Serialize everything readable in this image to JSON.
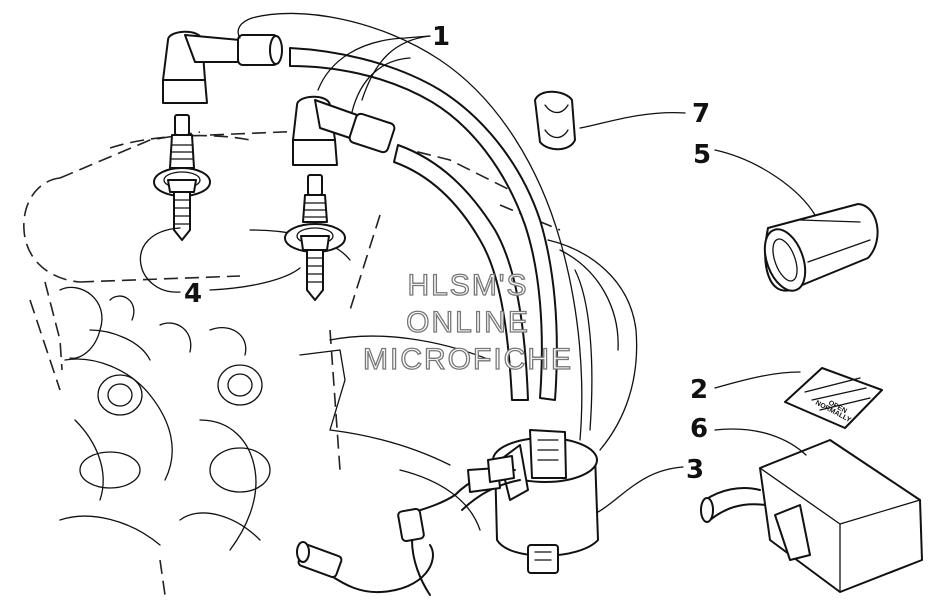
{
  "diagram": {
    "callouts": [
      {
        "id": "c1",
        "number": "1"
      },
      {
        "id": "c2",
        "number": "2"
      },
      {
        "id": "c3",
        "number": "3"
      },
      {
        "id": "c4",
        "number": "4"
      },
      {
        "id": "c5",
        "number": "5"
      },
      {
        "id": "c6",
        "number": "6"
      },
      {
        "id": "c7",
        "number": "7"
      }
    ],
    "decal_text": [
      "NORMALLY",
      "OPEN"
    ],
    "watermark": [
      "HLSM'S",
      "ONLINE",
      "MICROFICHE"
    ]
  }
}
